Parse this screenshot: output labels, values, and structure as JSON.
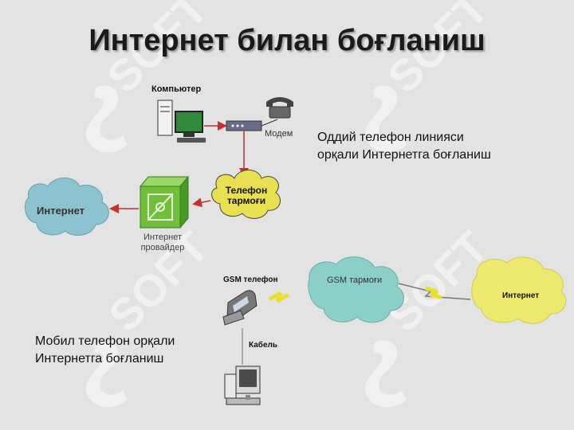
{
  "title": "Интернет билан боғланиш",
  "watermark": "SOFT",
  "landline": {
    "computer_label": "Компьютер",
    "modem_label": "Модем",
    "phone_network_label_line1": "Телефон",
    "phone_network_label_line2": "тармоғи",
    "provider_label_line1": "Интернет",
    "provider_label_line2": "провайдер",
    "internet_label": "Интернет",
    "caption_line1": "Оддий телефон линияси",
    "caption_line2": "орқали Интернетга боғланиш"
  },
  "mobile": {
    "gsm_phone_label": "GSM телефон",
    "gsm_network_label": "GSM тармоғи",
    "internet_label": "Интернет",
    "cable_label": "Кабель",
    "caption_line1": "Мобил телефон орқали",
    "caption_line2": "Интернетга боғланиш"
  },
  "colors": {
    "internet_cloud": "#8cc3d0",
    "phone_network_cloud": "#e8e050",
    "provider_box": "#6fbf3a",
    "gsm_cloud": "#8ad0c8",
    "mobile_internet_cloud": "#eeea70",
    "lightning": "#e8e030",
    "arrow_red": "#c83030",
    "watermark": "#f4f4f4"
  }
}
